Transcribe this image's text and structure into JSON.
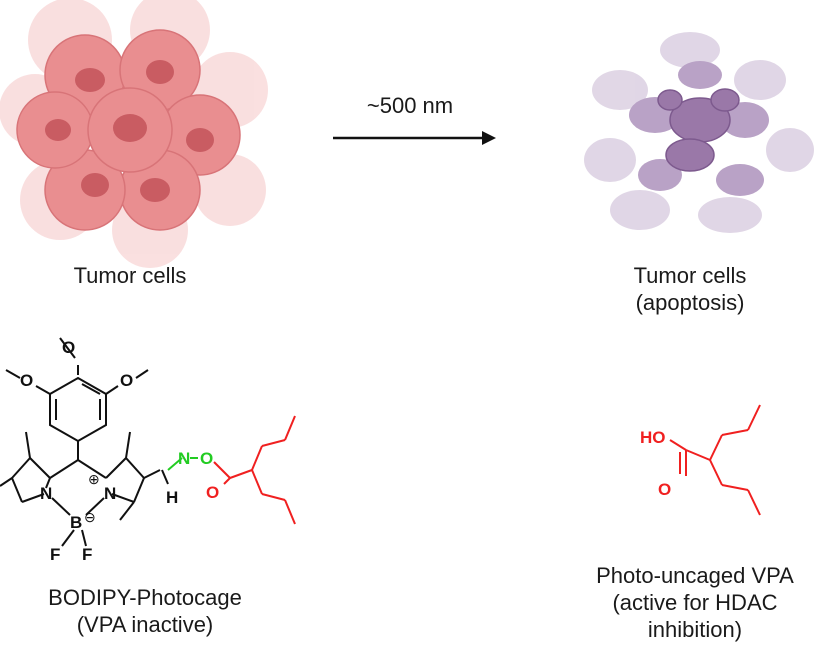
{
  "left_label": "Tumor cells",
  "arrow_label": "~500 nm",
  "right_label": {
    "line1": "Tumor cells",
    "line2": "(apoptosis)"
  },
  "photocage_caption": {
    "line1": "BODIPY-Photocage",
    "line2": "(VPA inactive)"
  },
  "vpa_caption": {
    "line1": "Photo-uncaged VPA",
    "line2": "(active for HDAC",
    "line3": "inhibition)"
  },
  "atoms": {
    "o_top": "O",
    "o_left": "O",
    "o_right": "O",
    "n_left": "N",
    "n_right": "N",
    "plus": "⊕",
    "boron": "B",
    "minus": "⊖",
    "f_left": "F",
    "f_right": "F",
    "n_oxime": "N",
    "o_oxime": "O",
    "h_oxime": "H",
    "o_carbonyl": "O",
    "ho_vpa": "HO",
    "o_vpa": "O"
  },
  "colors": {
    "tumor_pink": "#e88a8c",
    "tumor_dark": "#c85a60",
    "apoptosis_purple": "#9a78a8",
    "vpa_red": "#f02020",
    "oxime_green": "#22cc22",
    "ink": "#111111"
  }
}
